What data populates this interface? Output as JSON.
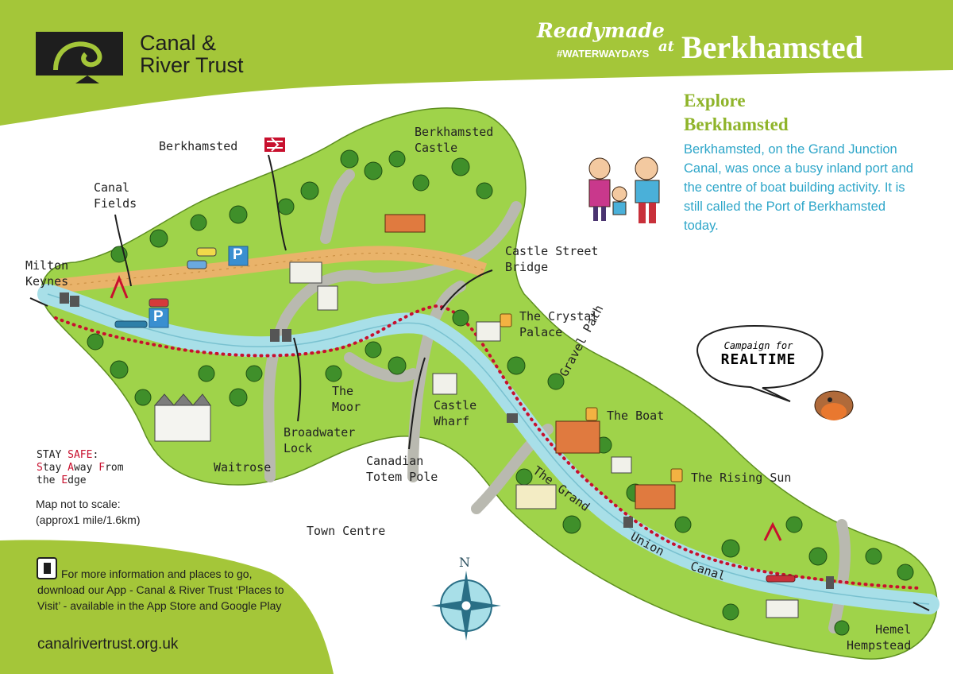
{
  "brand": {
    "name_line1": "Canal &",
    "name_line2": "River Trust",
    "website": "canalrivertrust.org.uk"
  },
  "banner": {
    "script": "Readymade",
    "hashtag": "#WATERWAYDAYS",
    "connector": "at",
    "town": "Berkhamsted"
  },
  "intro": {
    "heading_line1": "Explore",
    "heading_line2": "Berkhamsted",
    "body": "Berkhamsted, on the Grand Junction Canal, was once a busy inland port and the centre of boat building activity. It is still called the Port of Berkhamsted today."
  },
  "map_labels": {
    "station": "Berkhamsted",
    "castle_line1": "Berkhamsted",
    "castle_line2": "Castle",
    "canal_fields_line1": "Canal",
    "canal_fields_line2": "Fields",
    "milton_keynes_line1": "Milton",
    "milton_keynes_line2": "Keynes",
    "castle_street_bridge_line1": "Castle Street",
    "castle_street_bridge_line2": "Bridge",
    "crystal_palace_line1": "The Crystal",
    "crystal_palace_line2": "Palace",
    "gravel_path": "Gravel Path",
    "the_moor_line1": "The",
    "the_moor_line2": "Moor",
    "castle_wharf_line1": "Castle",
    "castle_wharf_line2": "Wharf",
    "the_boat": "The Boat",
    "broadwater_lock_line1": "Broadwater",
    "broadwater_lock_line2": "Lock",
    "waitrose": "Waitrose",
    "totem_pole_line1": "Canadian",
    "totem_pole_line2": "Totem Pole",
    "rising_sun": "The Rising Sun",
    "canal_word1": "The",
    "canal_word2": "Grand",
    "canal_word3": "Union",
    "canal_word4": "Canal",
    "town_centre": "Town Centre",
    "hemel_line1": "Hemel",
    "hemel_line2": "Hempstead",
    "compass": "N",
    "parking": "P"
  },
  "safety": {
    "line1_prefix": "STAY ",
    "line1_red": "SAFE",
    "line1_suffix": ":",
    "line2_a": "S",
    "line2_b": "tay ",
    "line2_c": "A",
    "line2_d": "way ",
    "line2_e": "F",
    "line2_f": "rom",
    "line3_a": "the ",
    "line3_b": "E",
    "line3_c": "dge"
  },
  "scale_note": {
    "line1": "Map not to scale:",
    "line2": "(approx1 mile/1.6km)"
  },
  "campaign": {
    "line1": "Campaign for",
    "line2": "REALTIME"
  },
  "app_info": {
    "text": "For more information and places to go, download our App - Canal & River Trust ‘Places to Visit’ - available in the App Store and Google Play"
  },
  "colors": {
    "brand_green": "#a4c639",
    "land_green": "#9fd34a",
    "water_blue": "#a8dfe8",
    "text_blue": "#2ea6c9",
    "heading_green": "#8fb42a",
    "path_red": "#c8102e",
    "road_grey": "#b9b9b0"
  }
}
